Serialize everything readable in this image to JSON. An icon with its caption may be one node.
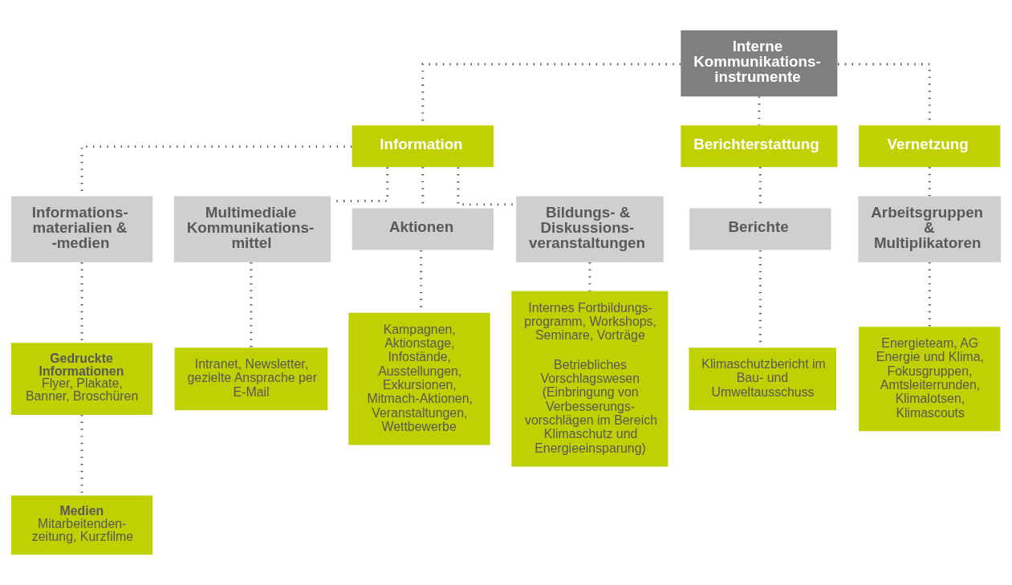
{
  "diagram": {
    "nodes": [
      {
        "text": [
          "Interne Kommunikations- instrumente"
        ]
      },
      {
        "text": [
          "Information"
        ]
      },
      {
        "text": [
          "Berichterstattung"
        ]
      },
      {
        "text": [
          "Vernetzung"
        ]
      },
      {
        "text": [
          "Informations- materialien & -medien"
        ]
      },
      {
        "text": [
          "Multimediale Kommunikations- mittel"
        ]
      },
      {
        "text": [
          "Aktionen"
        ]
      },
      {
        "text": [
          "Bildungs- & Diskussions- veranstaltungen"
        ]
      },
      {
        "text": [
          "Berichte"
        ]
      },
      {
        "text": [
          "Arbeitsgruppen & Multiplikatoren"
        ]
      },
      {
        "text": [
          "Gedruckte Informationen",
          "Flyer, Plakate, Banner, Broschüren"
        ]
      },
      {
        "text": [
          "Medien",
          "Mitarbeitenden- zeitung, Kurzfilme"
        ]
      },
      {
        "text": [
          "Intranet, Newsletter, gezielte Ansprache per E-Mail"
        ]
      },
      {
        "text": [
          "Kampagnen, Aktionstage, Infostände, Ausstellungen, Exkursionen, Mitmach-Aktionen, Veranstaltungen, Wettbewerbe"
        ]
      },
      {
        "text": [
          "Internes Fortbildungs- programm, Workshops, Seminare, Vorträge",
          "Betriebliches Vorschlagswesen (Einbringung von Verbesserungs- vorschlägen im Bereich Klimaschutz und Energieeinsparung)"
        ]
      },
      {
        "text": [
          "Klimaschutzbericht im Bau- und Umweltausschuss"
        ]
      },
      {
        "text": [
          "Energieteam, AG Energie und Klima, Fokusgruppen, Amtsleiterrunden, Klimalotsen, Klimascouts"
        ]
      }
    ],
    "edges": [
      {
        "from": 0,
        "to": 1,
        "arrow": "none"
      },
      {
        "from": 0,
        "to": 2,
        "arrow": "none"
      },
      {
        "from": 0,
        "to": 3,
        "arrow": "none"
      },
      {
        "from": 1,
        "to": 4,
        "arrow": "none"
      },
      {
        "from": 1,
        "to": 5,
        "arrow": "none"
      },
      {
        "from": 1,
        "to": 6,
        "arrow": "none"
      },
      {
        "from": 1,
        "to": 7,
        "arrow": "none"
      },
      {
        "from": 2,
        "to": 8,
        "arrow": "none"
      },
      {
        "from": 3,
        "to": 9,
        "arrow": "none"
      },
      {
        "from": 4,
        "to": 10,
        "arrow": "none"
      },
      {
        "from": 10,
        "to": 11,
        "arrow": "none"
      },
      {
        "from": 5,
        "to": 12,
        "arrow": "none"
      },
      {
        "from": 6,
        "to": 13,
        "arrow": "none"
      },
      {
        "from": 7,
        "to": 14,
        "arrow": "none"
      },
      {
        "from": 8,
        "to": 15,
        "arrow": "none"
      },
      {
        "from": 9,
        "to": 16,
        "arrow": "none"
      }
    ]
  }
}
